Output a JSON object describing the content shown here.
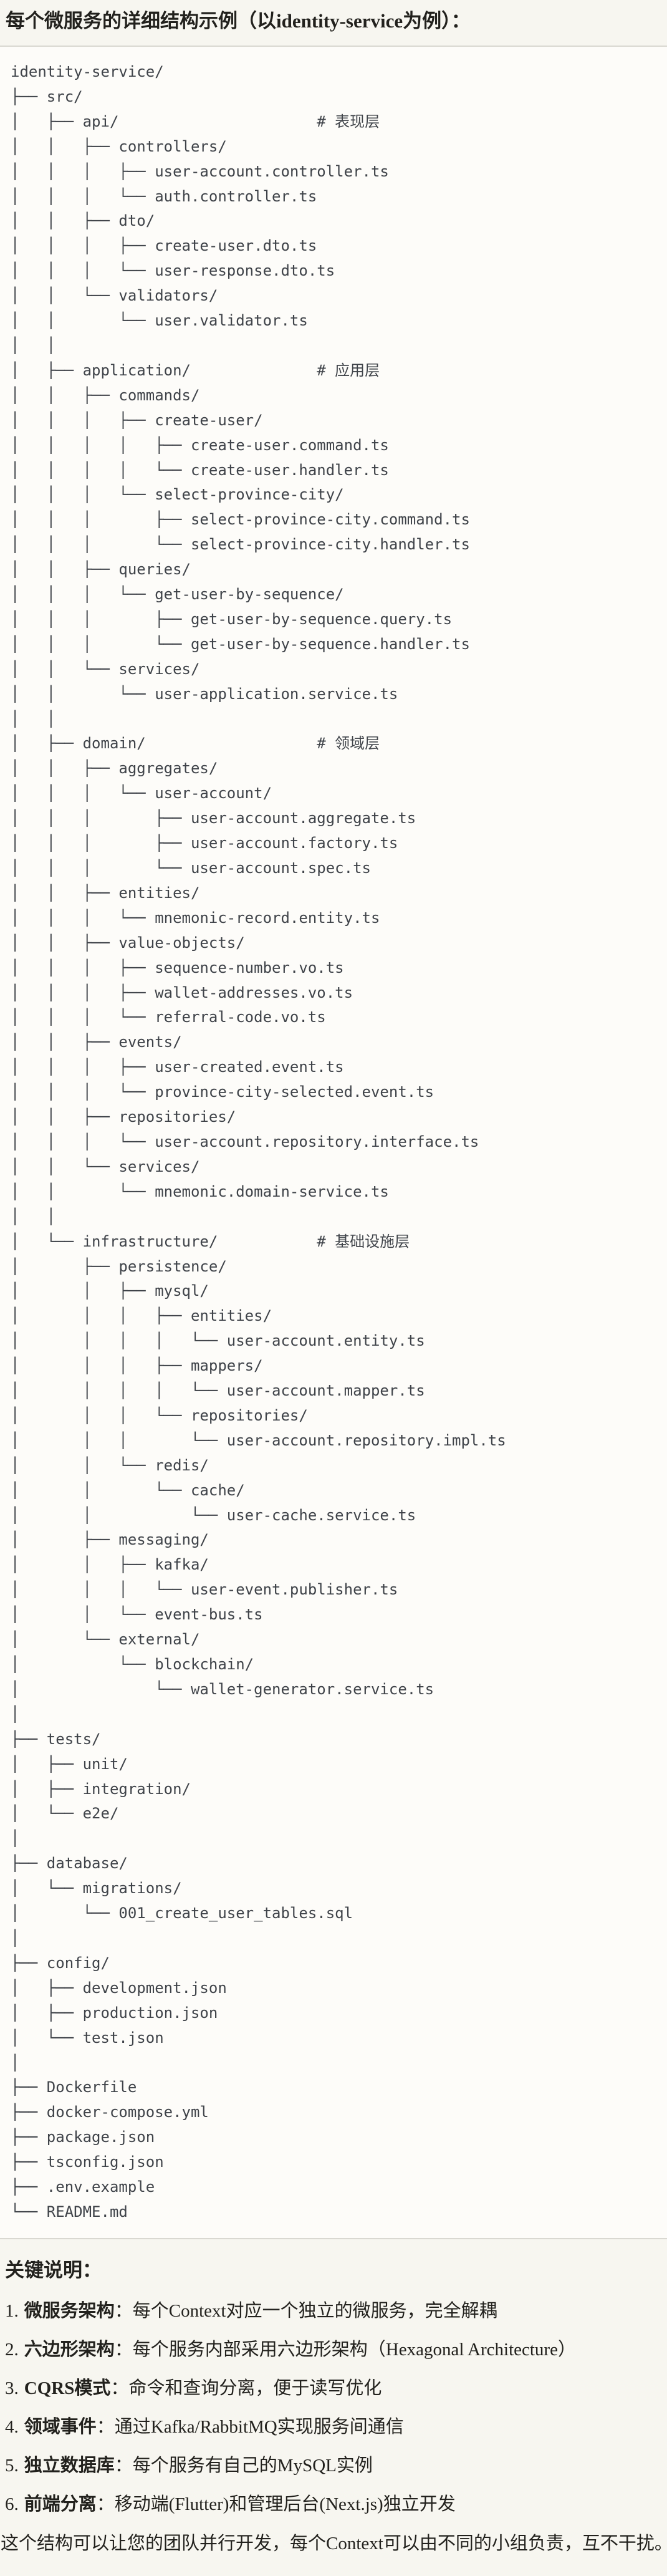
{
  "page": {
    "background_color": "#f7f6f0",
    "divider_color": "#d9d8d1",
    "heading": "每个微服务的详细结构示例（以identity-service为例）："
  },
  "code_block": {
    "background_color": "#fdfcf9",
    "text_color": "#3f4349",
    "lines": [
      "identity-service/",
      "├── src/",
      "│   ├── api/                      # 表现层",
      "│   │   ├── controllers/",
      "│   │   │   ├── user-account.controller.ts",
      "│   │   │   └── auth.controller.ts",
      "│   │   ├── dto/",
      "│   │   │   ├── create-user.dto.ts",
      "│   │   │   └── user-response.dto.ts",
      "│   │   └── validators/",
      "│   │       └── user.validator.ts",
      "│   │",
      "│   ├── application/              # 应用层",
      "│   │   ├── commands/",
      "│   │   │   ├── create-user/",
      "│   │   │   │   ├── create-user.command.ts",
      "│   │   │   │   └── create-user.handler.ts",
      "│   │   │   └── select-province-city/",
      "│   │   │       ├── select-province-city.command.ts",
      "│   │   │       └── select-province-city.handler.ts",
      "│   │   ├── queries/",
      "│   │   │   └── get-user-by-sequence/",
      "│   │   │       ├── get-user-by-sequence.query.ts",
      "│   │   │       └── get-user-by-sequence.handler.ts",
      "│   │   └── services/",
      "│   │       └── user-application.service.ts",
      "│   │",
      "│   ├── domain/                   # 领域层",
      "│   │   ├── aggregates/",
      "│   │   │   └── user-account/",
      "│   │   │       ├── user-account.aggregate.ts",
      "│   │   │       ├── user-account.factory.ts",
      "│   │   │       └── user-account.spec.ts",
      "│   │   ├── entities/",
      "│   │   │   └── mnemonic-record.entity.ts",
      "│   │   ├── value-objects/",
      "│   │   │   ├── sequence-number.vo.ts",
      "│   │   │   ├── wallet-addresses.vo.ts",
      "│   │   │   └── referral-code.vo.ts",
      "│   │   ├── events/",
      "│   │   │   ├── user-created.event.ts",
      "│   │   │   └── province-city-selected.event.ts",
      "│   │   ├── repositories/",
      "│   │   │   └── user-account.repository.interface.ts",
      "│   │   └── services/",
      "│   │       └── mnemonic.domain-service.ts",
      "│   │",
      "│   └── infrastructure/           # 基础设施层",
      "│       ├── persistence/",
      "│       │   ├── mysql/",
      "│       │   │   ├── entities/",
      "│       │   │   │   └── user-account.entity.ts",
      "│       │   │   ├── mappers/",
      "│       │   │   │   └── user-account.mapper.ts",
      "│       │   │   └── repositories/",
      "│       │   │       └── user-account.repository.impl.ts",
      "│       │   └── redis/",
      "│       │       └── cache/",
      "│       │           └── user-cache.service.ts",
      "│       ├── messaging/",
      "│       │   ├── kafka/",
      "│       │   │   └── user-event.publisher.ts",
      "│       │   └── event-bus.ts",
      "│       └── external/",
      "│           └── blockchain/",
      "│               └── wallet-generator.service.ts",
      "│",
      "├── tests/",
      "│   ├── unit/",
      "│   ├── integration/",
      "│   └── e2e/",
      "│",
      "├── database/",
      "│   └── migrations/",
      "│       └── 001_create_user_tables.sql",
      "│",
      "├── config/",
      "│   ├── development.json",
      "│   ├── production.json",
      "│   └── test.json",
      "│",
      "├── Dockerfile",
      "├── docker-compose.yml",
      "├── package.json",
      "├── tsconfig.json",
      "├── .env.example",
      "└── README.md"
    ]
  },
  "notes": {
    "title": "关键说明：",
    "separator": "：",
    "items": [
      {
        "num": "1.",
        "label": "微服务架构",
        "text": "每个Context对应一个独立的微服务，完全解耦"
      },
      {
        "num": "2.",
        "label": "六边形架构",
        "text": "每个服务内部采用六边形架构（Hexagonal Architecture）"
      },
      {
        "num": "3.",
        "label": "CQRS模式",
        "text": "命令和查询分离，便于读写优化"
      },
      {
        "num": "4.",
        "label": "领域事件",
        "text": "通过Kafka/RabbitMQ实现服务间通信"
      },
      {
        "num": "5.",
        "label": "独立数据库",
        "text": "每个服务有自己的MySQL实例"
      },
      {
        "num": "6.",
        "label": "前端分离",
        "text": "移动端(Flutter)和管理后台(Next.js)独立开发"
      }
    ]
  },
  "footer": {
    "text": "这个结构可以让您的团队并行开发，每个Context可以由不同的小组负责，互不干扰。"
  }
}
